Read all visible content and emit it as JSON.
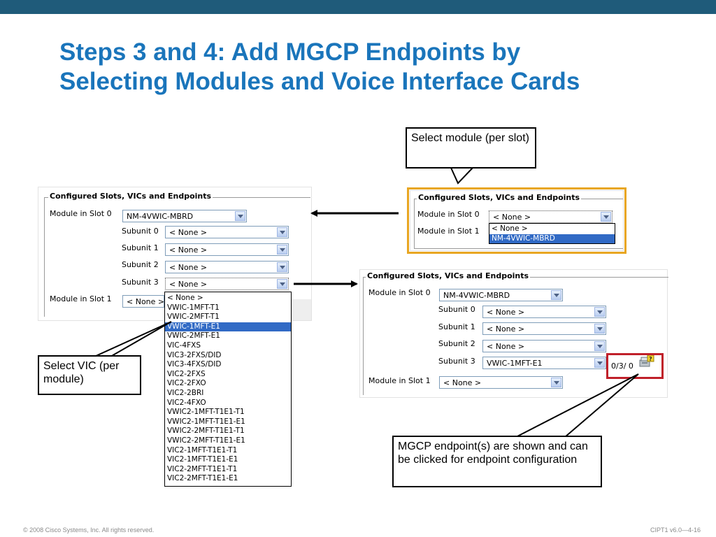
{
  "title": {
    "line1": "Steps 3 and 4: Add MGCP Endpoints by",
    "line2": "Selecting Modules and Voice Interface Cards"
  },
  "footer": {
    "copyright": "© 2008 Cisco Systems, Inc. All rights reserved.",
    "course": "CIPT1 v6.0—4-16"
  },
  "callouts": {
    "select_module": "Select module (per slot)",
    "select_vic": "Select VIC (per module)",
    "mgcp_endpoints": "MGCP endpoint(s) are shown and can be clicked for endpoint configuration"
  },
  "left_panel": {
    "legend": "Configured Slots, VICs and Endpoints",
    "module_slot0_label": "Module in Slot 0",
    "module_slot0_value": "NM-4VWIC-MBRD",
    "subunit0_label": "Subunit 0",
    "subunit0_value": "< None >",
    "subunit1_label": "Subunit 1",
    "subunit1_value": "< None >",
    "subunit2_label": "Subunit 2",
    "subunit2_value": "< None >",
    "subunit3_label": "Subunit 3",
    "subunit3_value": "< None >",
    "module_slot1_label": "Module in Slot 1",
    "module_slot1_value": "< None >",
    "vic_options": [
      "< None >",
      "VWIC-1MFT-T1",
      "VWIC-2MFT-T1",
      "VWIC-1MFT-E1",
      "VWIC-2MFT-E1",
      "VIC-4FXS",
      "VIC3-2FXS/DID",
      "VIC3-4FXS/DID",
      "VIC2-2FXS",
      "VIC2-2FXO",
      "VIC2-2BRI",
      "VIC2-4FXO",
      "VWIC2-1MFT-T1E1-T1",
      "VWIC2-1MFT-T1E1-E1",
      "VWIC2-2MFT-T1E1-T1",
      "VWIC2-2MFT-T1E1-E1",
      "VIC2-1MFT-T1E1-T1",
      "VIC2-1MFT-T1E1-E1",
      "VIC2-2MFT-T1E1-T1",
      "VIC2-2MFT-T1E1-E1"
    ],
    "vic_selected": "VWIC-1MFT-E1"
  },
  "top_right_panel": {
    "legend": "Configured Slots, VICs and Endpoints",
    "module_slot0_label": "Module in Slot 0",
    "module_slot0_value": "< None >",
    "module_slot1_label": "Module in Slot 1",
    "module_options": [
      "< None >",
      "NM-4VWIC-MBRD"
    ],
    "module_selected": "NM-4VWIC-MBRD"
  },
  "bottom_right_panel": {
    "legend": "Configured Slots, VICs and Endpoints",
    "module_slot0_label": "Module in Slot 0",
    "module_slot0_value": "NM-4VWIC-MBRD",
    "subunit0_label": "Subunit 0",
    "subunit0_value": "< None >",
    "subunit1_label": "Subunit 1",
    "subunit1_value": "< None >",
    "subunit2_label": "Subunit 2",
    "subunit2_value": "< None >",
    "subunit3_label": "Subunit 3",
    "subunit3_value": "VWIC-1MFT-E1",
    "endpoint_text": "0/3/ 0",
    "module_slot1_label": "Module in Slot 1",
    "module_slot1_value": "< None >"
  },
  "colors": {
    "title": "#1a75bb",
    "topbar": "#1f5b7a",
    "highlight_orange": "#e8a622",
    "highlight_red": "#c0202a",
    "selection_blue": "#316ac5"
  }
}
